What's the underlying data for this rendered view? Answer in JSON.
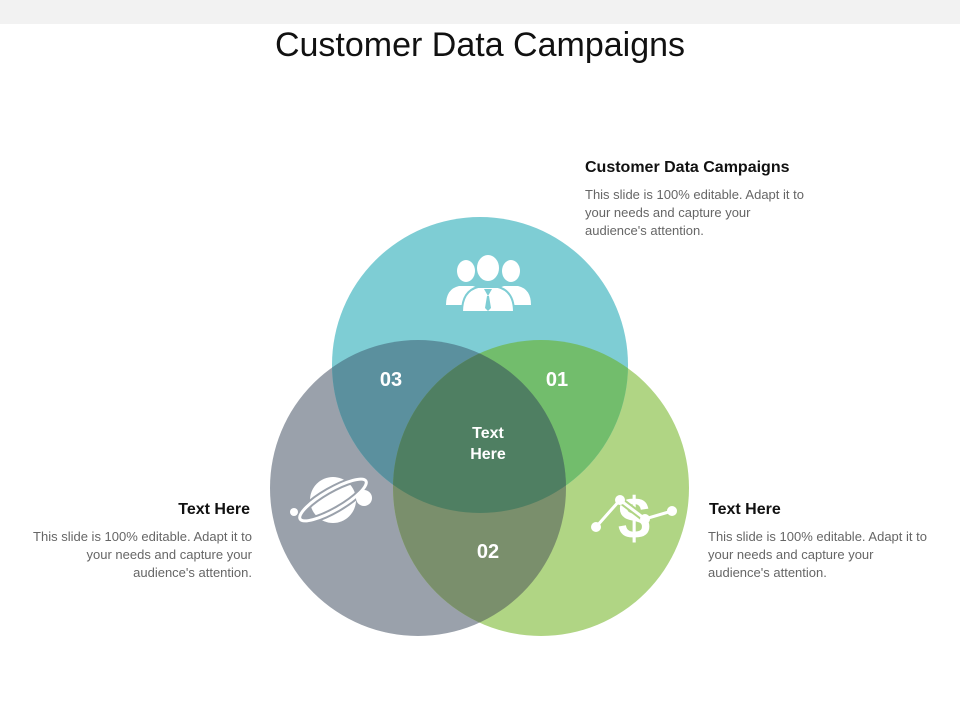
{
  "title": "Customer Data Campaigns",
  "center": {
    "line1": "Text",
    "line2": "Here"
  },
  "sections": {
    "s01": {
      "number": "01",
      "heading": "Customer Data Campaigns",
      "body": "This slide is 100% editable. Adapt it to your needs and capture your audience's attention.",
      "icon": "people-group-icon",
      "color": "#7ecdd4"
    },
    "s02": {
      "number": "02",
      "heading": "Text Here",
      "body": "This slide is 100% editable. Adapt it to your needs and capture your audience's attention.",
      "icon": "dollar-chart-icon",
      "color": "#b0d584"
    },
    "s03": {
      "number": "03",
      "heading": "Text Here",
      "body": "This slide is 100% editable. Adapt it to your needs and capture your audience's attention.",
      "icon": "planet-icon",
      "color": "#9aa1ab"
    }
  },
  "colors": {
    "teal": "#7ecdd4",
    "green": "#b0d584",
    "gray": "#9aa1ab",
    "teal_gray_overlap": "#5b909e",
    "teal_green_overlap": "#72bd6c",
    "green_gray_overlap": "#7a8f6c",
    "center_overlap": "#4f7f62"
  }
}
